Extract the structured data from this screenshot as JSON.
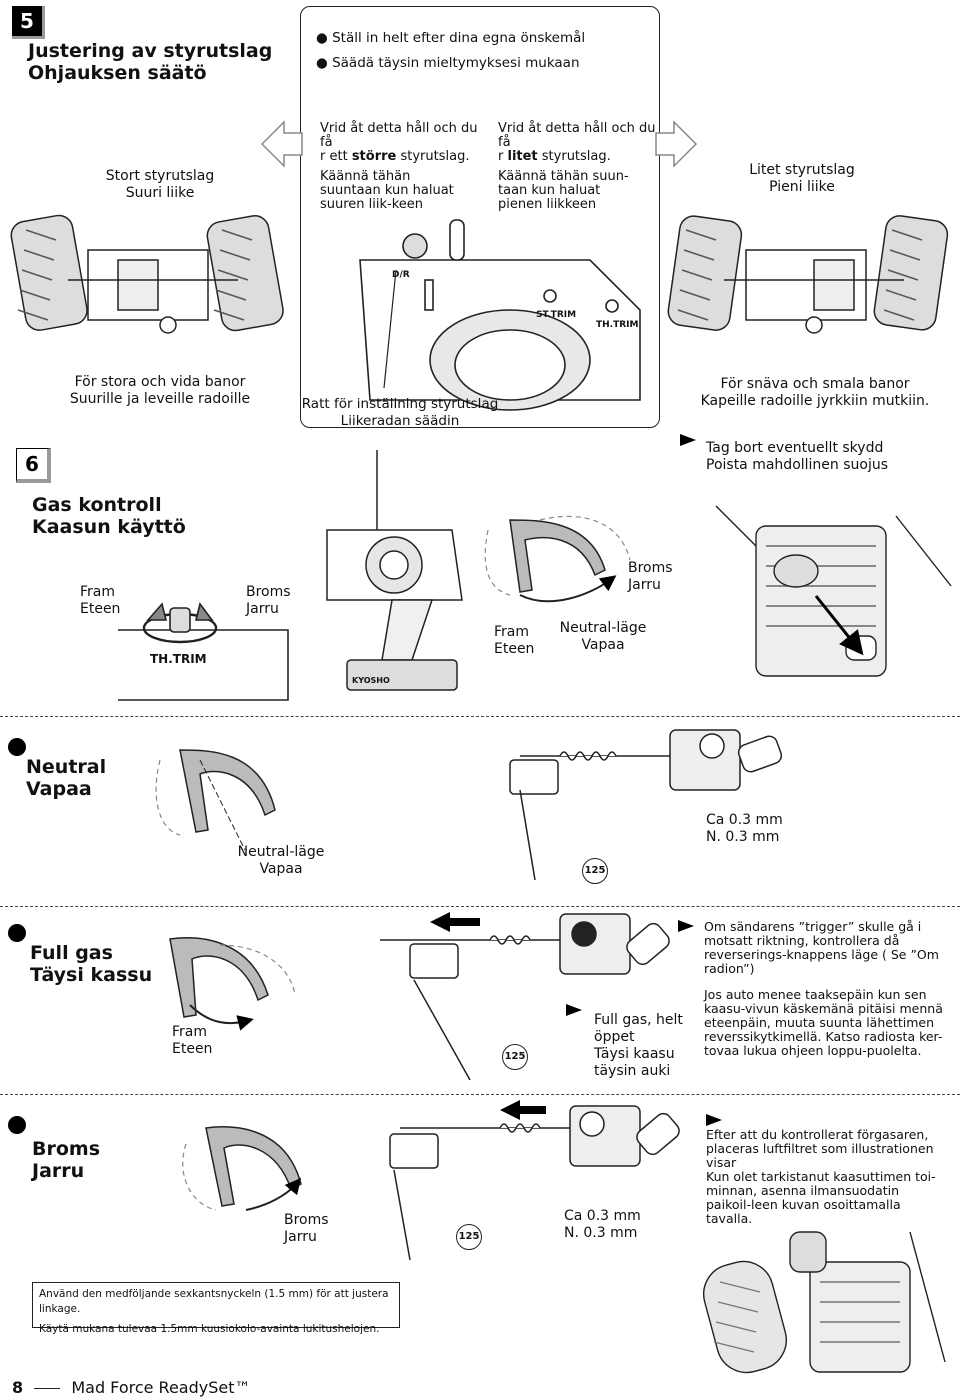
{
  "step5": {
    "number": "5",
    "title_sv": "Justering av styrutslag",
    "title_fi": "Ohjauksen säätö",
    "box_bullets": [
      "Ställ in helt efter dina egna önskemål",
      "Säädä täysin mieltymyksesi mukaan"
    ],
    "left_turn_sv_a": "Vrid åt detta håll och du få",
    "left_turn_sv_b": "r ett ",
    "left_turn_sv_bold": "större",
    "left_turn_sv_c": " styrutslag.",
    "left_turn_fi": "Käännä tähän suuntaan kun haluat suuren liik-keen",
    "right_turn_sv_a": "Vrid åt detta håll och du få",
    "right_turn_sv_b": "r ",
    "right_turn_sv_bold": "litet",
    "right_turn_sv_c": " styrutslag.",
    "right_turn_fi": "Käännä tähän suun-taan kun haluat pienen liikkeen",
    "large_sv": "Stort styrutslag",
    "large_fi": "Suuri liike",
    "small_sv": "Litet styrutslag",
    "small_fi": "Pieni liike",
    "wide_sv": "För stora och vida banor",
    "wide_fi": "Suurille ja leveille radoille",
    "knob_sv": "Ratt för inställning styrutslag",
    "knob_fi": "Liikeradan säädin",
    "narrow_sv": "För snäva och smala banor",
    "narrow_fi": "Kapeille radoille jyrkkiin mutkiin.",
    "tx_labels": [
      "D/R",
      "ST.TRIM",
      "TH.TRIM"
    ]
  },
  "step6": {
    "number": "6",
    "title_sv": "Gas kontroll",
    "title_fi": "Kaasun käyttö",
    "remove_sv": "Tag bort eventuellt skydd",
    "remove_fi": "Poista mahdollinen suojus",
    "fwd_sv": "Fram",
    "fwd_fi": "Eteen",
    "brake_sv": "Broms",
    "brake_fi": "Jarru",
    "neutral_pos_sv": "Neutral-läge",
    "neutral_pos_fi": "Vapaa",
    "th_trim": "TH.TRIM",
    "brand": "KYOSHO"
  },
  "neutral": {
    "title_sv": "Neutral",
    "title_fi": "Vapaa",
    "pos_sv": "Neutral-läge",
    "pos_fi": "Vapaa",
    "gap_sv": "Ca 0.3 mm",
    "gap_fi": "N. 0.3 mm",
    "part": "125"
  },
  "fullgas": {
    "title_sv": "Full gas",
    "title_fi": "Täysi kassu",
    "dir_sv": "Fram",
    "dir_fi": "Eteen",
    "open_sv_1": "Full gas, helt",
    "open_sv_2": "öppet",
    "open_fi_1": "Täysi kaasu",
    "open_fi_2": "täysin auki",
    "part": "125",
    "note_sv": "Om sändarens ”trigger” skulle gå i motsatt riktning, kontrollera då reverserings-knappens läge ( Se ”Om radion”)",
    "note_fi": "Jos auto menee taaksepäin kun sen kaasu-vivun käskemänä pitäisi mennä eteenpäin, muuta suunta lähettimen reverssikytkimellä. Katso radiosta ker-tovaa lukua ohjeen loppu-puolelta."
  },
  "brake": {
    "title_sv": "Broms",
    "title_fi": "Jarru",
    "dir_sv": "Broms",
    "dir_fi": "Jarru",
    "gap_sv": "Ca 0.3 mm",
    "gap_fi": "N. 0.3 mm",
    "part": "125",
    "note_sv": "Efter att du kontrollerat förgasaren, placeras luftfiltret som illustrationen visar",
    "note_fi": "Kun olet tarkistanut kaasuttimen toi-minnan, asenna ilmansuodatin paikoil-leen kuvan osoittamalla tavalla."
  },
  "footnote": {
    "sv": "Använd den medföljande sexkantsnyckeln (1.5 mm) för att justera linkage.",
    "fi": "Käytä mukana tulevaa 1.5mm kuusiokolo-avainta lukitushelojen."
  },
  "footer": {
    "page": "8",
    "title": "Mad Force ReadySet™"
  }
}
